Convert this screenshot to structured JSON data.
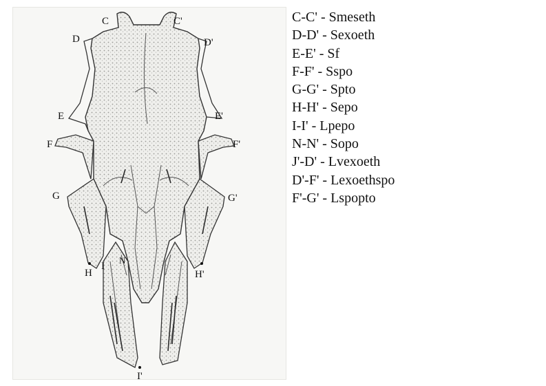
{
  "figure": {
    "point_labels": {
      "C": "C",
      "C_prime": "C'",
      "D": "D",
      "D_prime": "D'",
      "E": "E",
      "E_prime": "E'",
      "F": "F",
      "F_prime": "F'",
      "G": "G",
      "G_prime": "G'",
      "H": "H",
      "H_prime": "H'",
      "I": "I",
      "N": "N",
      "I_prime": "I'"
    }
  },
  "legend": [
    "C-C' - Smeseth",
    "D-D' - Sexoeth",
    "E-E' - Sf",
    "F-F' - Sspo",
    "G-G' - Spto",
    "H-H' - Sepo",
    "I-I' - Lpepo",
    "N-N' - Sopo",
    "J'-D' - Lvexoeth",
    "D'-F' - Lexoethspo",
    "F'-G' - Lspopto"
  ]
}
